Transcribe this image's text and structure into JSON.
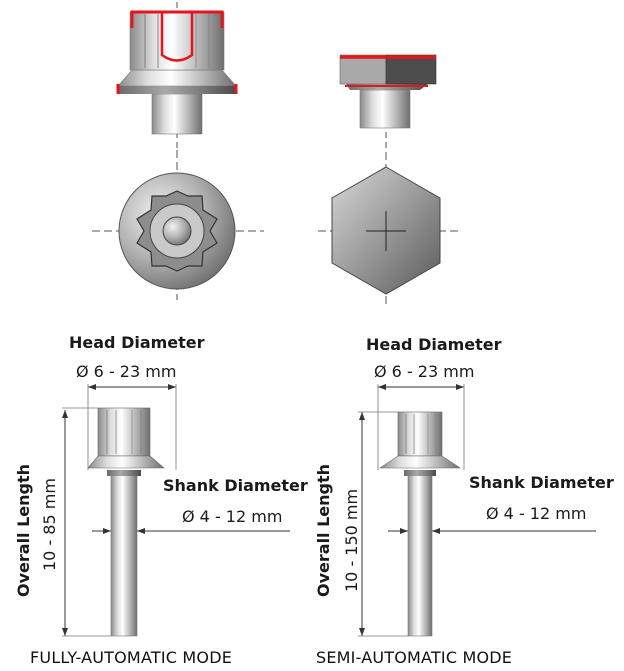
{
  "fully": {
    "head_label": "Head Diameter",
    "head_dim": "Ø 6 - 23 mm",
    "shank_label": "Shank Diameter",
    "shank_dim": "Ø 4 - 12 mm",
    "length_label": "Overall Length",
    "length_dim": "10 - 85 mm",
    "mode": "FULLY-AUTOMATIC MODE"
  },
  "semi": {
    "head_label": "Head Diameter",
    "head_dim": "Ø 6 - 23 mm",
    "shank_label": "Shank Diameter",
    "shank_dim": "Ø 4 - 12 mm",
    "length_label": "Overall Length",
    "length_dim": "10 - 150 mm",
    "mode": "SEMI-AUTOMATIC MODE"
  },
  "colors": {
    "highlight": "#e5161b",
    "metal_light": "#e6e6e6",
    "metal_dark": "#7a7a7a",
    "dim_line": "#333333"
  }
}
